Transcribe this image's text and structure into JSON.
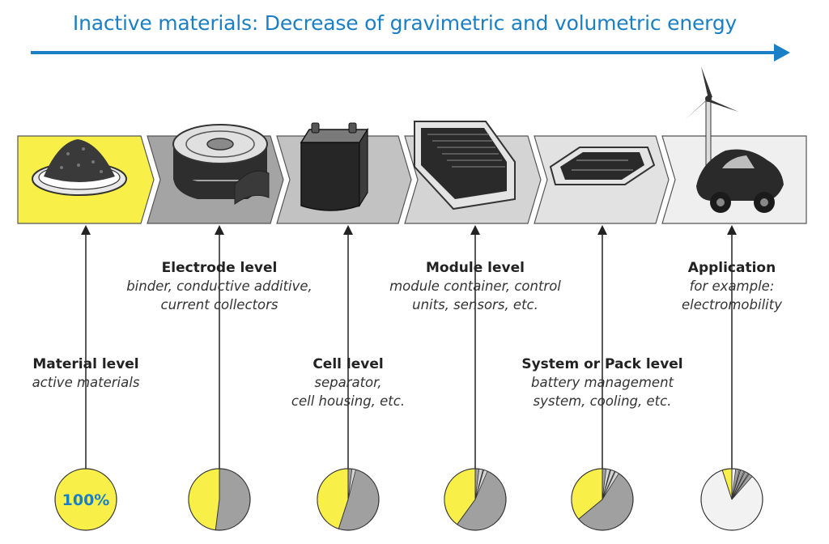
{
  "title": "Inactive materials: Decrease of gravimetric and volumetric energy",
  "colors": {
    "accent": "#1a7fc4",
    "active": "#f8f048",
    "inactive_dark": "#a0a0a0",
    "inactive_light": "#d6d6d6",
    "empty": "#f2f2f2",
    "stroke": "#333333"
  },
  "stages": [
    {
      "id": "material",
      "title": "Material level",
      "desc": [
        "active materials"
      ],
      "pie_label": "100%",
      "active_share": 1.0,
      "stage_icon": "powder-dish-icon"
    },
    {
      "id": "electrode",
      "title": "Electrode level",
      "desc": [
        "binder, conductive additive,",
        "current collectors"
      ],
      "pie_label": "",
      "active_share": 0.48,
      "stage_icon": "electrode-roll-icon"
    },
    {
      "id": "cell",
      "title": "Cell level",
      "desc": [
        "separator,",
        "cell housing, etc."
      ],
      "pie_label": "",
      "active_share": 0.45,
      "stage_icon": "battery-cell-icon"
    },
    {
      "id": "module",
      "title": "Module level",
      "desc": [
        "module container, control",
        "units, sensors, etc."
      ],
      "pie_label": "",
      "active_share": 0.4,
      "stage_icon": "battery-module-icon"
    },
    {
      "id": "pack",
      "title": "System or Pack level",
      "desc": [
        "battery management",
        "system, cooling, etc."
      ],
      "pie_label": "",
      "active_share": 0.36,
      "stage_icon": "battery-pack-icon"
    },
    {
      "id": "application",
      "title": "Application",
      "desc": [
        "for example:",
        "electromobility"
      ],
      "pie_label": "",
      "active_share": 0.05,
      "stage_icon": "car-and-wind-turbine-icon"
    }
  ]
}
